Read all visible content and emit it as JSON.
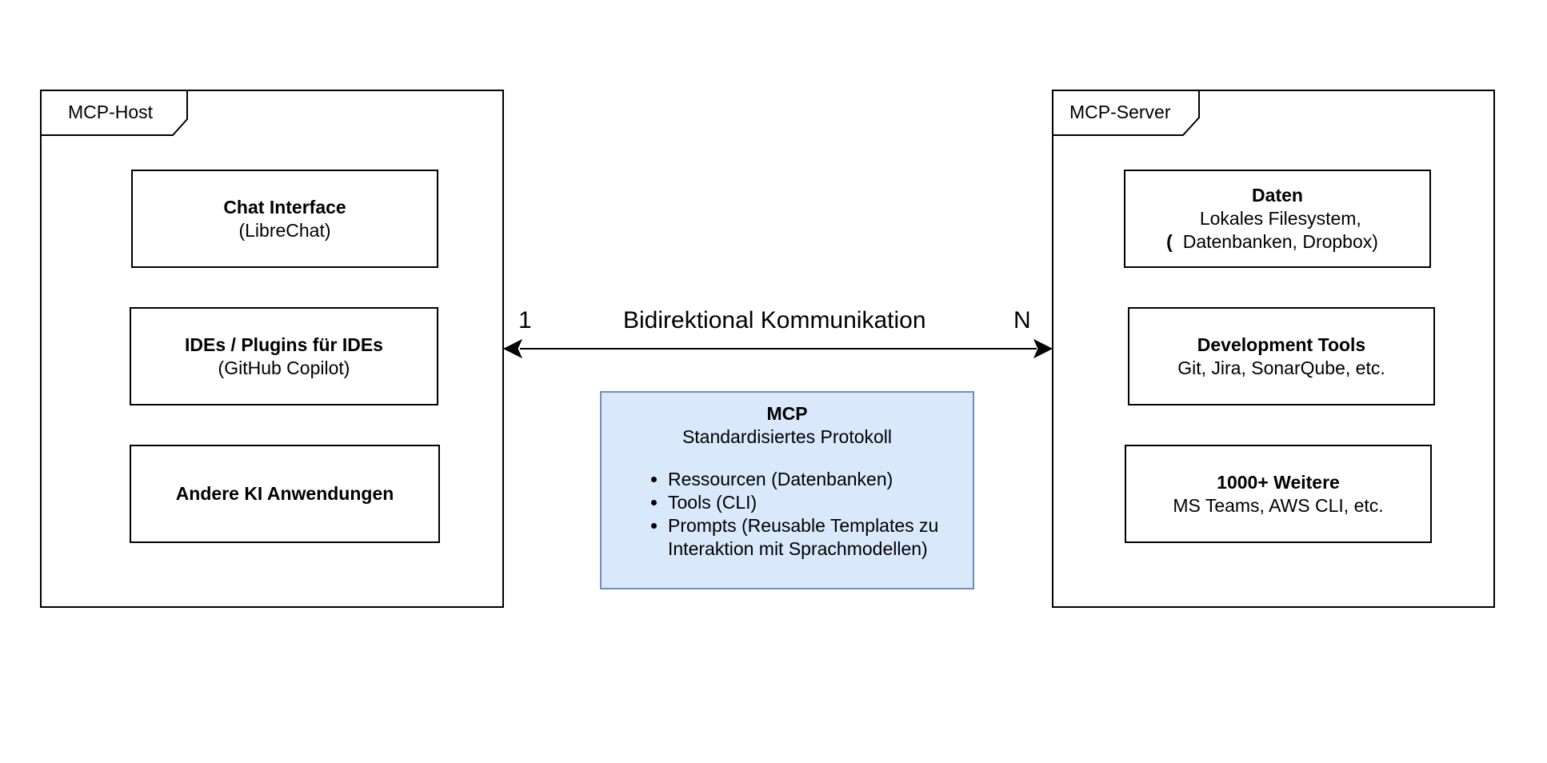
{
  "host": {
    "label": "MCP-Host",
    "components": [
      {
        "title": "Chat Interface",
        "subtitle": "(LibreChat)"
      },
      {
        "title": "IDEs / Plugins für IDEs",
        "subtitle": "(GitHub Copilot)"
      },
      {
        "title": "Andere KI Anwendungen",
        "subtitle": ""
      }
    ]
  },
  "server": {
    "label": "MCP-Server",
    "components": [
      {
        "title": "Daten",
        "subtitle_prefix": "(",
        "subtitle": "Lokales Filesystem, Datenbanken, Dropbox)"
      },
      {
        "title": "Development Tools",
        "subtitle": "Git, Jira, SonarQube, etc."
      },
      {
        "title": "1000+ Weitere",
        "subtitle": "MS Teams, AWS CLI, etc."
      }
    ]
  },
  "connection": {
    "label": "Bidirektional Kommunikation",
    "left_cardinality": "1",
    "right_cardinality": "N"
  },
  "protocol": {
    "title": "MCP",
    "subtitle": "Standardisiertes Protokoll",
    "items": [
      "Ressourcen (Datenbanken)",
      "Tools (CLI)",
      "Prompts (Reusable Templates zu Interaktion mit Sprachmodellen)"
    ]
  },
  "colors": {
    "protocol_fill": "#dae8fc",
    "protocol_border": "#6c8ebf"
  }
}
